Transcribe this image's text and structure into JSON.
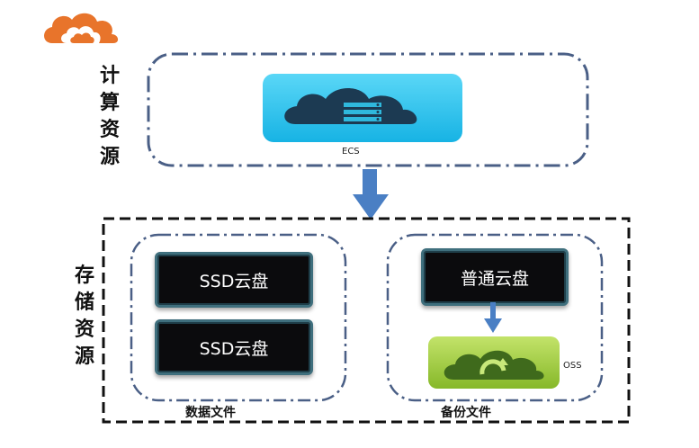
{
  "compute": {
    "label": "计算资源",
    "ecs_label": "ECS"
  },
  "storage": {
    "label": "存储资源",
    "data_group": {
      "label": "数据文件",
      "disks": [
        "SSD云盘",
        "SSD云盘"
      ]
    },
    "backup_group": {
      "label": "备份文件",
      "disk": "普通云盘",
      "oss_label": "OSS"
    }
  },
  "icons": {
    "logo": "aliyun-cloud-logo-icon",
    "ecs": "ecs-server-cloud-icon",
    "oss": "oss-cloud-upload-icon",
    "flow_arrow": "arrow-down-icon"
  },
  "colors": {
    "logo_orange": "#e8742b",
    "ecs_cyan": "#28c4ee",
    "oss_green": "#9ccc3c",
    "arrow_blue": "#4a7fc4",
    "dashdot_border": "#4a5f86"
  }
}
